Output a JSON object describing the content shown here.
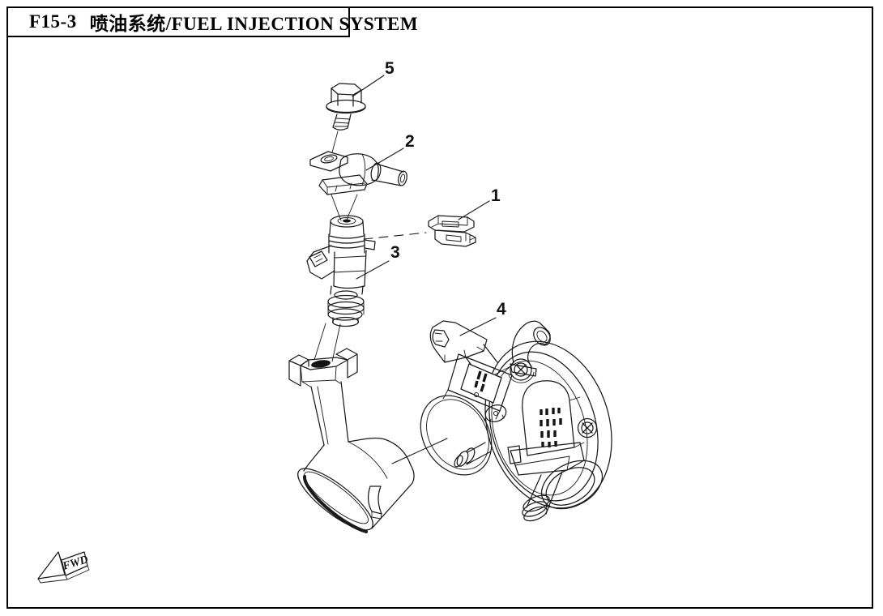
{
  "title_block": {
    "code": "F15-3",
    "name": "喷油系统/FUEL INJECTION SYSTEM"
  },
  "callouts": [
    {
      "number": "1"
    },
    {
      "number": "2"
    },
    {
      "number": "3"
    },
    {
      "number": "4"
    },
    {
      "number": "5"
    }
  ],
  "fwd_marker": {
    "label": "FWD"
  },
  "colors": {
    "line_color": "#1a1a1a",
    "background": "#ffffff",
    "border": "#000000"
  }
}
